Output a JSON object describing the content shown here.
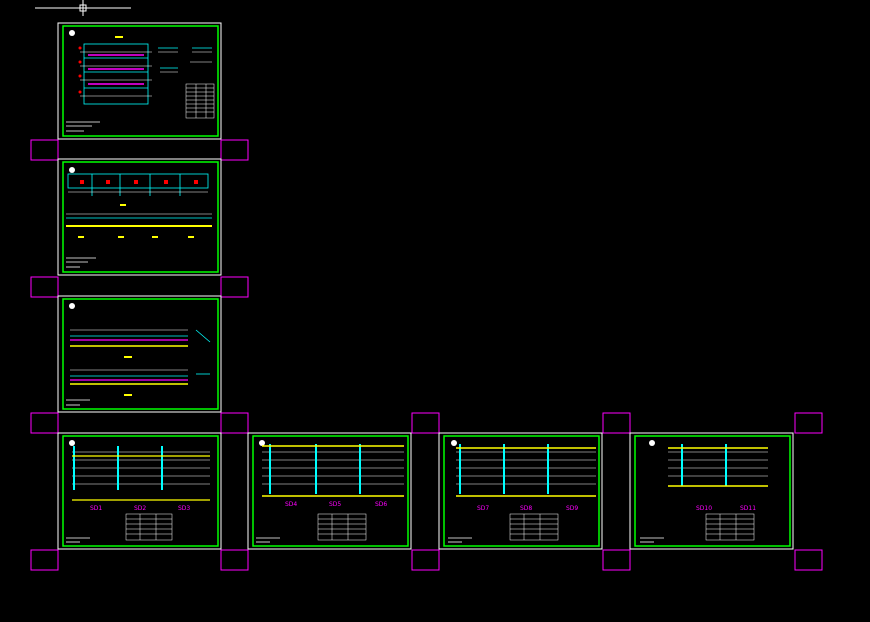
{
  "colors": {
    "background": "#000000",
    "sheet_border": "#ffffff",
    "frame": "#00ff00",
    "viewport": "#ff00ff",
    "cyan": "#00ffff",
    "yellow": "#ffff00",
    "red": "#ff0000",
    "magenta": "#ff00ff",
    "white": "#ffffff"
  },
  "cursor": {
    "icon": "crosshair-cursor-icon"
  },
  "section_labels": [
    "SD1",
    "SD2",
    "SD3",
    "SD4",
    "SD5",
    "SD6",
    "SD7",
    "SD8",
    "SD9",
    "SD10",
    "SD11"
  ]
}
